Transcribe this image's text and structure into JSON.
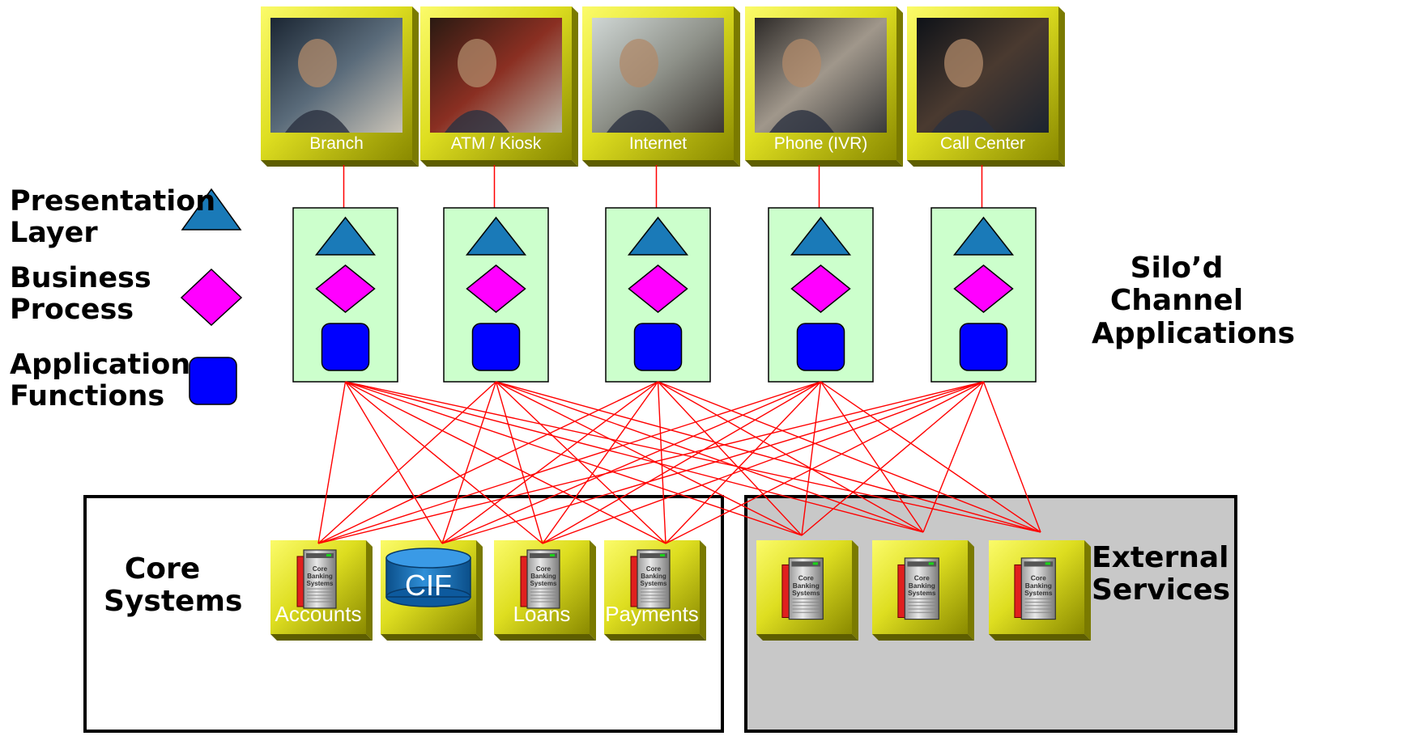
{
  "channels": [
    {
      "label": "Branch",
      "photo": "banker-at-desk-photo"
    },
    {
      "label": "ATM / Kiosk",
      "photo": "person-at-atm-photo"
    },
    {
      "label": "Internet",
      "photo": "couple-at-computer-photo"
    },
    {
      "label": "Phone (IVR)",
      "photo": "hand-on-pda-photo"
    },
    {
      "label": "Call Center",
      "photo": "agent-with-headset-photo"
    }
  ],
  "legend": {
    "presentation": "Presentation\nLayer",
    "business": "Business\nProcess",
    "application": "Application\nFunctions"
  },
  "silo_label": "Silo’d\nChannel\nApplications",
  "core_label": "Core\nSystems",
  "external_label": "External\nServices",
  "server_caption": "Core Banking Systems",
  "core_systems": [
    {
      "label": "Accounts",
      "icon": "server-icon"
    },
    {
      "label": "CIF",
      "icon": "database-cylinder-icon"
    },
    {
      "label": "Loans",
      "icon": "server-icon"
    },
    {
      "label": "Payments",
      "icon": "server-icon"
    }
  ],
  "external_systems": [
    {
      "icon": "server-icon"
    },
    {
      "icon": "server-icon"
    },
    {
      "icon": "server-icon"
    }
  ],
  "connections": [
    [
      0,
      0
    ],
    [
      0,
      1
    ],
    [
      0,
      2
    ],
    [
      0,
      3
    ],
    [
      0,
      4
    ],
    [
      0,
      5
    ],
    [
      0,
      6
    ],
    [
      1,
      0
    ],
    [
      1,
      1
    ],
    [
      1,
      2
    ],
    [
      1,
      3
    ],
    [
      1,
      4
    ],
    [
      1,
      5
    ],
    [
      1,
      6
    ],
    [
      2,
      0
    ],
    [
      2,
      1
    ],
    [
      2,
      2
    ],
    [
      2,
      3
    ],
    [
      2,
      4
    ],
    [
      2,
      5
    ],
    [
      2,
      6
    ],
    [
      3,
      0
    ],
    [
      3,
      1
    ],
    [
      3,
      2
    ],
    [
      3,
      3
    ],
    [
      3,
      4
    ],
    [
      3,
      5
    ],
    [
      3,
      6
    ],
    [
      4,
      0
    ],
    [
      4,
      1
    ],
    [
      4,
      2
    ],
    [
      4,
      3
    ],
    [
      4,
      4
    ],
    [
      4,
      5
    ],
    [
      4,
      6
    ]
  ],
  "colors": {
    "gold_light": "#f4f43a",
    "gold_dark": "#7a7a00",
    "silo_fill": "#ccffcc",
    "presentation": "#1a7ab8",
    "business": "#ff00ff",
    "application": "#0000ff",
    "link": "#ff0000",
    "external_fill": "#c8c8c8"
  }
}
